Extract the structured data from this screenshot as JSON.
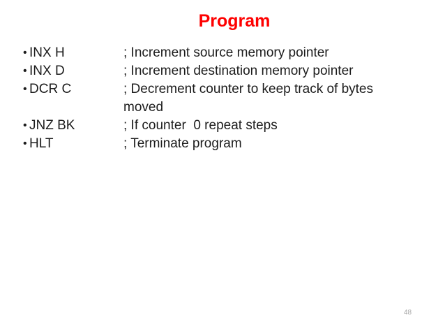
{
  "slide": {
    "title": "Program",
    "title_color": "#fe0000",
    "body_text_color": "#1c1c1c",
    "bullet_char": "•",
    "bullets": [
      {
        "instruction": "INX H",
        "comment": "; Increment source memory pointer"
      },
      {
        "instruction": "INX D",
        "comment": "; Increment destination memory pointer"
      },
      {
        "instruction": "DCR C",
        "comment": "; Decrement counter to keep track of bytes",
        "comment_continued": "moved"
      },
      {
        "instruction": "JNZ BK",
        "comment": "; If counter  0 repeat steps"
      },
      {
        "instruction": "HLT",
        "comment": "; Terminate program"
      }
    ],
    "page_number": "48",
    "page_number_color": "#a6a6a6"
  }
}
